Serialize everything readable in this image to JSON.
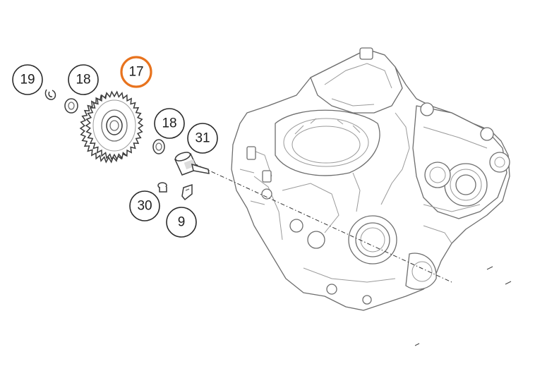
{
  "diagram": {
    "callouts": [
      {
        "label": "19",
        "highlight": false
      },
      {
        "label": "18",
        "highlight": false
      },
      {
        "label": "17",
        "highlight": true
      },
      {
        "label": "18",
        "highlight": false
      },
      {
        "label": "31",
        "highlight": false
      },
      {
        "label": "30",
        "highlight": false
      },
      {
        "label": "9",
        "highlight": false
      }
    ],
    "colors": {
      "highlight": "#e8731e",
      "outline": "#2a2a2a",
      "part_lines": "#6e6e6e"
    }
  }
}
